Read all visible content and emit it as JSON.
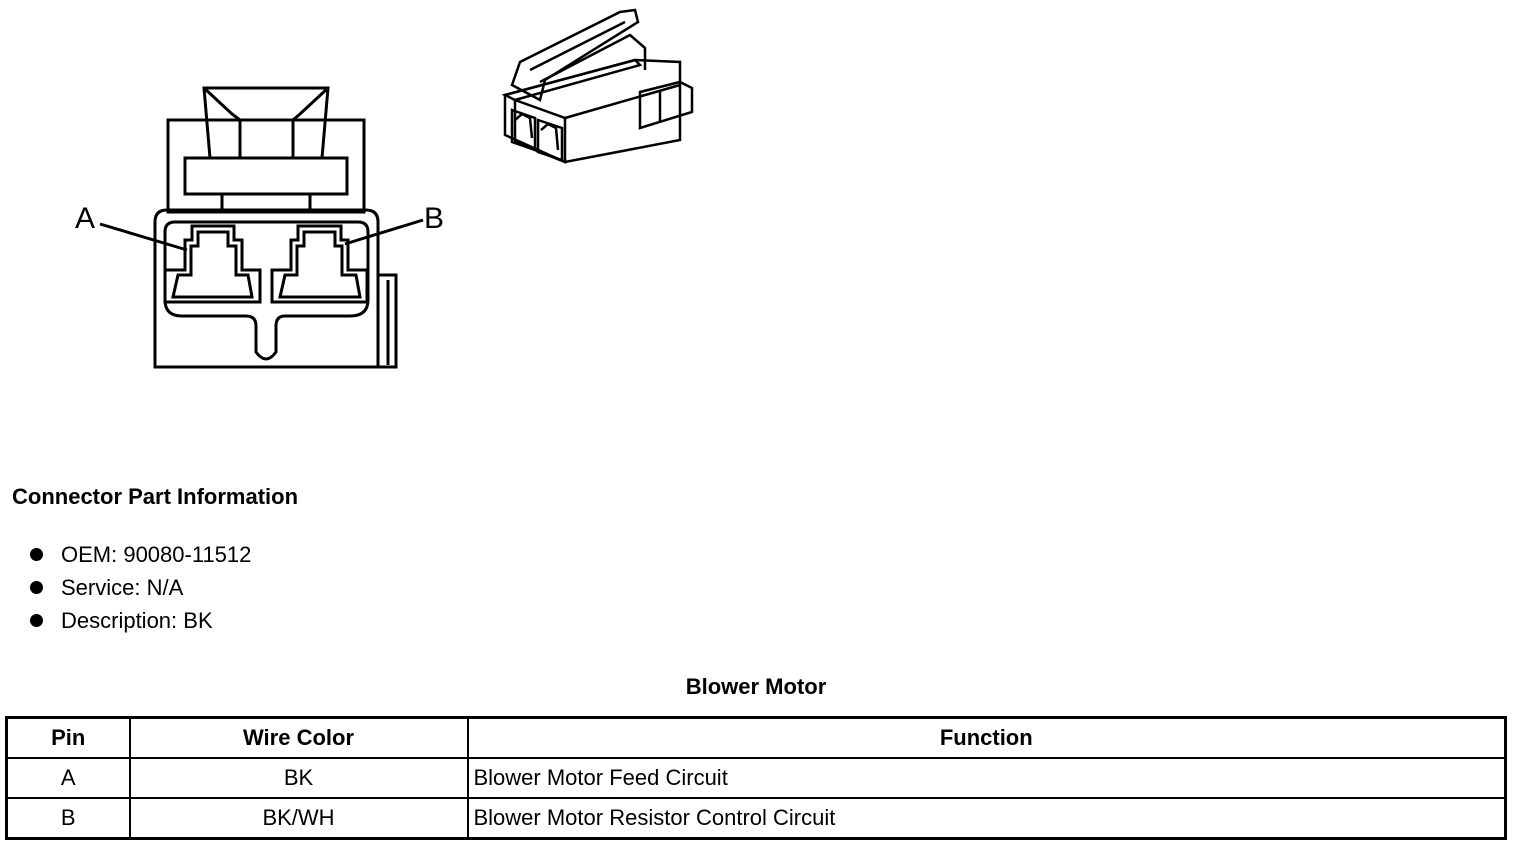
{
  "connector_face": {
    "pin_a_label": "A",
    "pin_b_label": "B"
  },
  "section_title": "Connector Part Information",
  "part_info": [
    "OEM: 90080-11512",
    "Service: N/A",
    "Description: BK"
  ],
  "table_title": "Blower Motor",
  "table": {
    "headers": [
      "Pin",
      "Wire Color",
      "Function"
    ],
    "rows": [
      [
        "A",
        "BK",
        "Blower Motor Feed Circuit"
      ],
      [
        "B",
        "BK/WH",
        "Blower Motor Resistor Control Circuit"
      ]
    ]
  }
}
